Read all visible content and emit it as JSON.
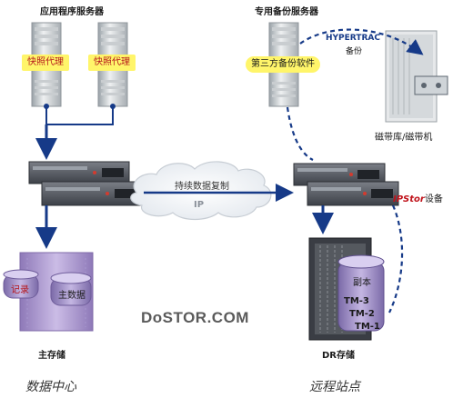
{
  "labels": {
    "app_servers": "应用程序服务器",
    "backup_server": "专用备份服务器",
    "snapshot_agent_1": "快照代理",
    "snapshot_agent_2": "快照代理",
    "third_party_software": "第三方备份软件",
    "hypertrac_line1": "HYPERTRAC",
    "hypertrac_line2": "备份",
    "tape_library": "磁带库/磁带机",
    "replication": "持续数据复制",
    "ip": "IP",
    "ipstor_brand": "IPStor",
    "ipstor_suffix": "设备",
    "record": "记录",
    "master_data": "主数据",
    "primary_storage": "主存储",
    "replica": "副本",
    "tm3": "TM-3",
    "tm2": "TM-2",
    "tm1": "TM-1",
    "dr_storage": "DR存储",
    "watermark": "DoSTOR.COM",
    "data_center": "数据中心",
    "remote_site": "远程站点"
  },
  "colors": {
    "flow_arrow": "#163a88",
    "highlight_yellow": "#fff56a",
    "highlight_text": "#b5161b",
    "storage_purple": "#b6a2d6",
    "ipstor_red": "#c0121a"
  }
}
